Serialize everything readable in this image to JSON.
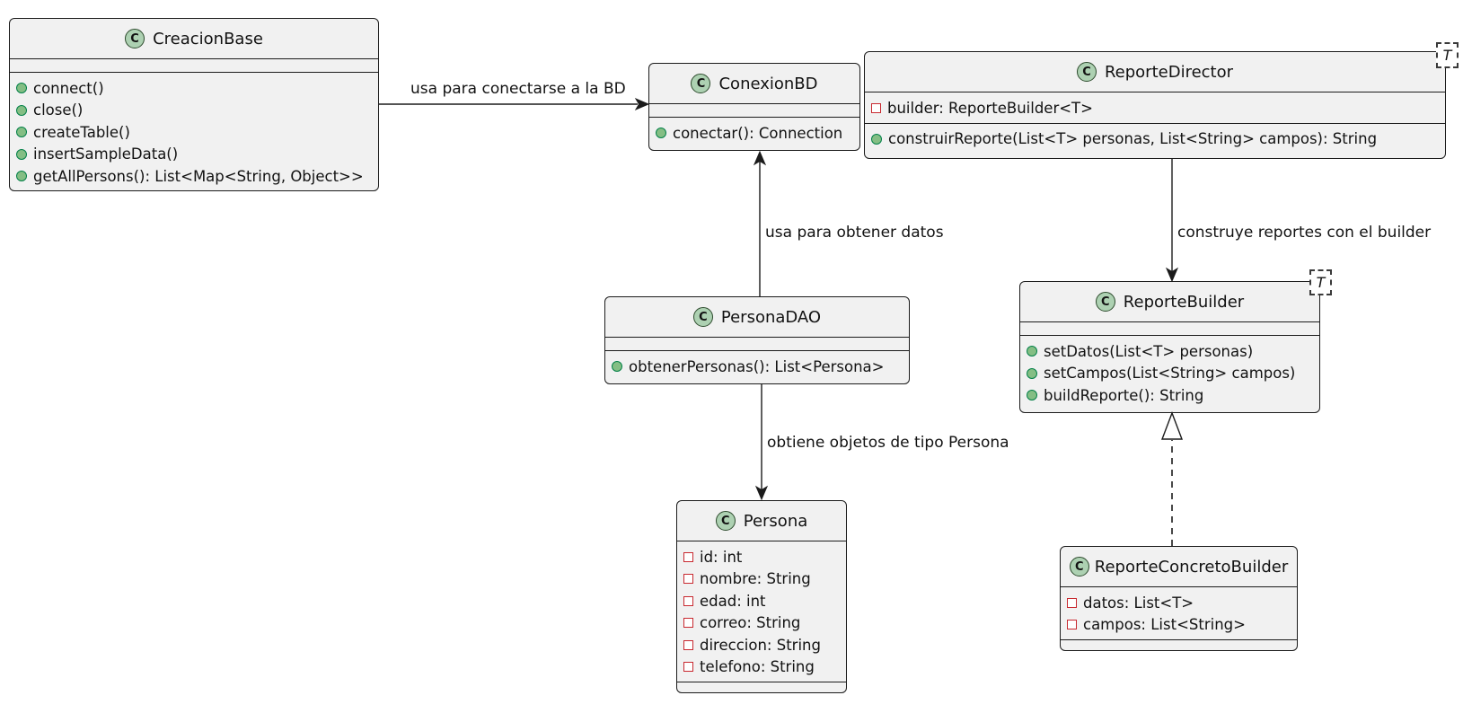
{
  "diagram_type": "UML class diagram",
  "colors": {
    "background": "#FFFFFF",
    "class_fill": "#F1F1F1",
    "class_border": "#1B1B1B",
    "stereotype_circle_fill": "#ADD1B2",
    "public_method_icon_fill": "#84BE84",
    "public_method_icon_border": "#038048",
    "private_field_icon_border": "#C82930"
  },
  "classes": [
    {
      "spot": "C",
      "name": "CreacionBase",
      "fields": [],
      "methods": [
        "connect()",
        "close()",
        "createTable()",
        "insertSampleData()",
        "getAllPersons(): List<Map<String, Object>>"
      ]
    },
    {
      "spot": "C",
      "name": "ConexionBD",
      "fields": [],
      "methods": [
        "conectar(): Connection"
      ]
    },
    {
      "spot": "C",
      "name": "ReporteDirector",
      "generic": "T",
      "fields": [
        "builder: ReporteBuilder<T>"
      ],
      "methods": [
        "construirReporte(List<T> personas, List<String> campos): String"
      ]
    },
    {
      "spot": "C",
      "name": "PersonaDAO",
      "fields": [],
      "methods": [
        "obtenerPersonas(): List<Persona>"
      ]
    },
    {
      "spot": "C",
      "name": "ReporteBuilder",
      "generic": "T",
      "fields": [],
      "methods": [
        "setDatos(List<T> personas)",
        "setCampos(List<String> campos)",
        "buildReporte(): String"
      ]
    },
    {
      "spot": "C",
      "name": "Persona",
      "fields": [
        "id: int",
        "nombre: String",
        "edad: int",
        "correo: String",
        "direccion: String",
        "telefono: String"
      ],
      "methods": []
    },
    {
      "spot": "C",
      "name": "ReporteConcretoBuilder",
      "fields": [
        "datos: List<T>",
        "campos: List<String>"
      ],
      "methods": []
    }
  ],
  "edges": [
    {
      "from": "CreacionBase",
      "to": "ConexionBD",
      "type": "solid-arrow",
      "label": "usa para conectarse a la BD"
    },
    {
      "from": "PersonaDAO",
      "to": "ConexionBD",
      "type": "solid-arrow",
      "label": "usa para obtener datos"
    },
    {
      "from": "ReporteDirector",
      "to": "ReporteBuilder",
      "type": "solid-arrow",
      "label": "construye reportes con el builder"
    },
    {
      "from": "PersonaDAO",
      "to": "Persona",
      "type": "solid-arrow",
      "label": "obtiene objetos de tipo Persona"
    },
    {
      "from": "ReporteConcretoBuilder",
      "to": "ReporteBuilder",
      "type": "dashed-realization",
      "label": ""
    }
  ]
}
